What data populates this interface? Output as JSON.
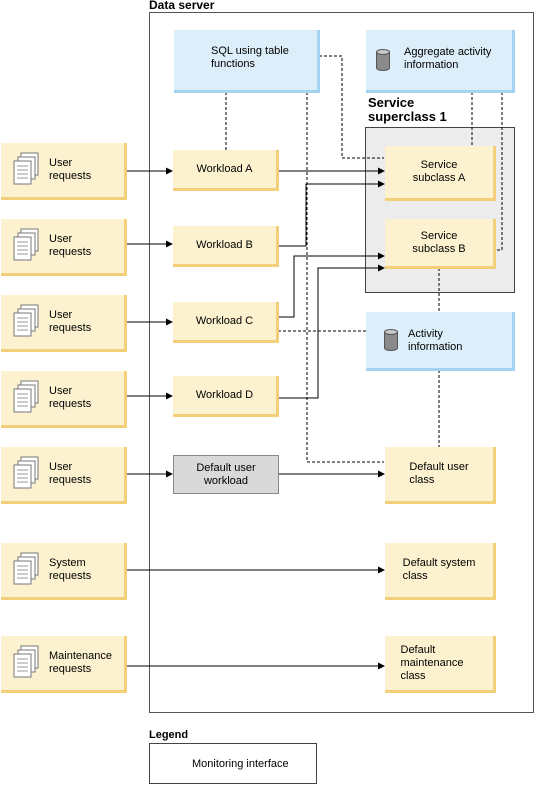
{
  "diagram": {
    "server_title": "Data server",
    "superclass_title_line1": "Service",
    "superclass_title_line2": "superclass 1",
    "sources": [
      {
        "line1": "User",
        "line2": "requests"
      },
      {
        "line1": "User",
        "line2": "requests"
      },
      {
        "line1": "User",
        "line2": "requests"
      },
      {
        "line1": "User",
        "line2": "requests"
      },
      {
        "line1": "User",
        "line2": "requests"
      },
      {
        "line1": "System",
        "line2": "requests"
      },
      {
        "line1": "Maintenance",
        "line2": "requests"
      }
    ],
    "workloads": {
      "a": "Workload A",
      "b": "Workload B",
      "c": "Workload C",
      "d": "Workload D",
      "default_line1": "Default user",
      "default_line2": "workload"
    },
    "monitors": {
      "sql_line1": "SQL using table",
      "sql_line2": "functions",
      "aggregate_line1": "Aggregate activity",
      "aggregate_line2": "information",
      "activity_line1": "Activity",
      "activity_line2": "information"
    },
    "classes": {
      "subclass_a_line1": "Service",
      "subclass_a_line2": "subclass A",
      "subclass_b_line1": "Service",
      "subclass_b_line2": "subclass B",
      "default_user_line1": "Default user",
      "default_user_line2": "class",
      "default_system_line1": "Default system",
      "default_system_line2": "class",
      "default_maint_line1": "Default",
      "default_maint_line2": "maintenance",
      "default_maint_line3": "class"
    }
  },
  "legend": {
    "title": "Legend",
    "item": "Monitoring interface"
  }
}
